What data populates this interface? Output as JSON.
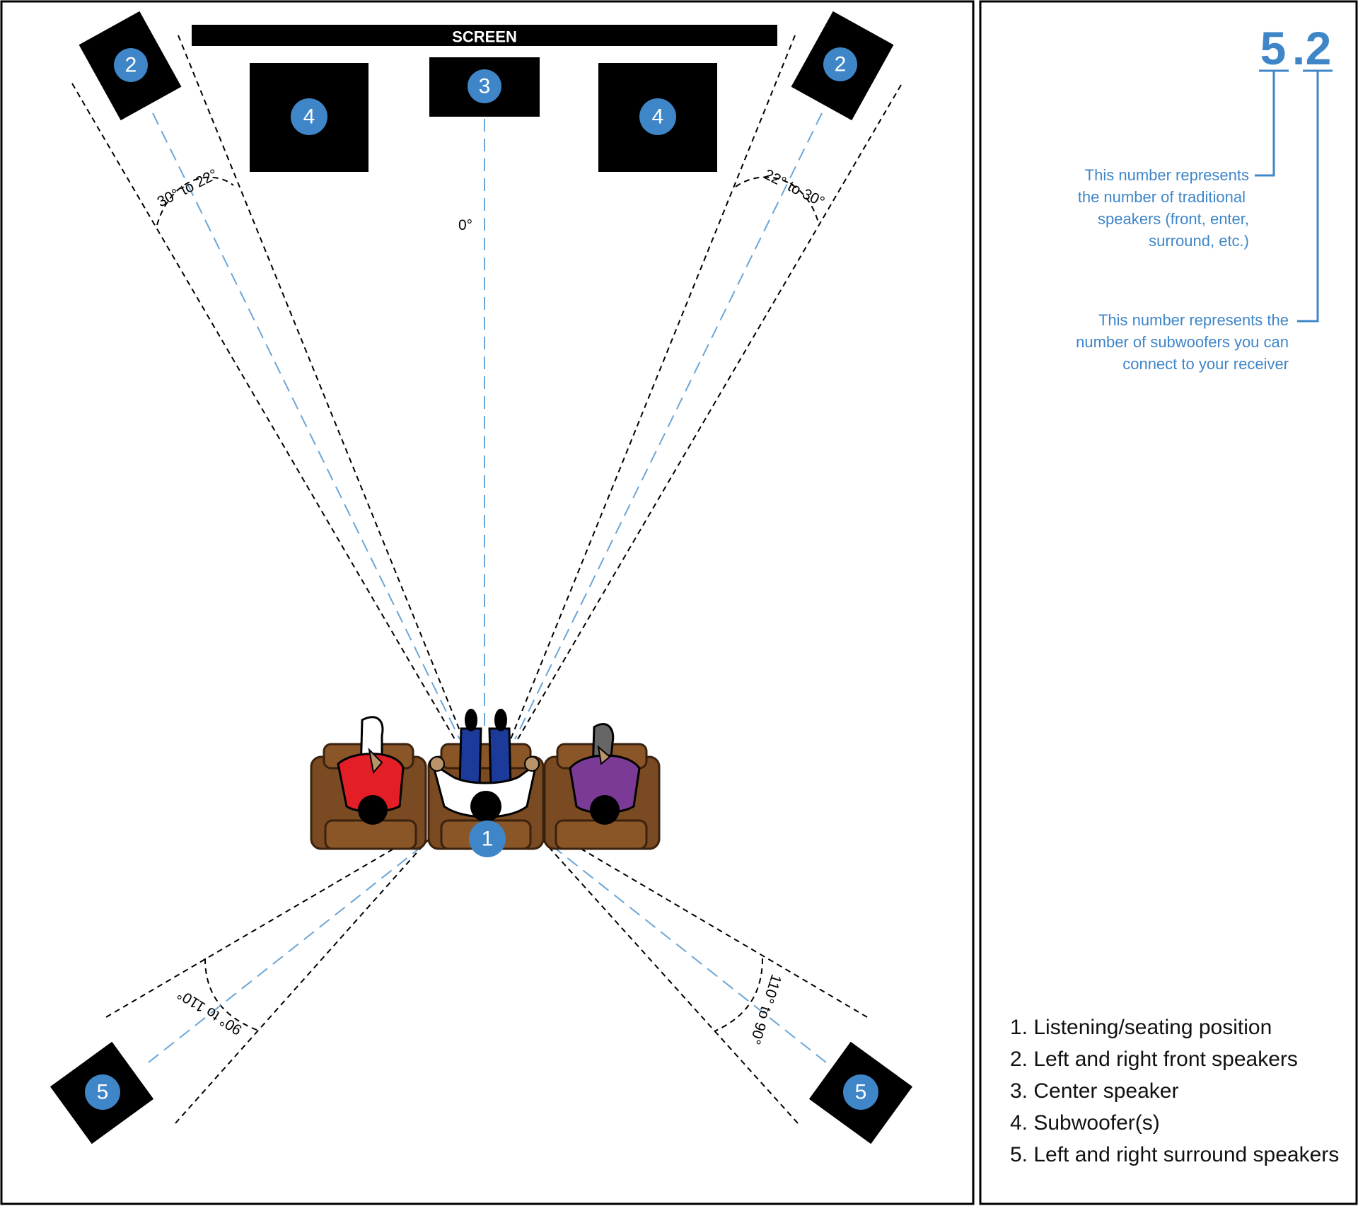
{
  "room": {
    "screen_label": "SCREEN",
    "center_angle": "0°",
    "front_left_angle": "30° to 22°",
    "front_right_angle": "22° to 30°",
    "rear_left_angle": "90° to 110°",
    "rear_right_angle": "110° to 90°"
  },
  "badges": {
    "listening": "1",
    "front_left": "2",
    "front_right": "2",
    "center": "3",
    "sub_left": "4",
    "sub_right": "4",
    "surround_left": "5",
    "surround_right": "5"
  },
  "config": {
    "number_main": "5",
    "dot": ".",
    "number_sub": "2",
    "speakers_note": [
      "This number represents",
      "the number of traditional",
      "speakers (front, enter,",
      "surround, etc.)"
    ],
    "subwoofers_note": [
      "This number represents the",
      "number of subwoofers you can",
      "connect to your receiver"
    ]
  },
  "legend": [
    "1. Listening/seating position",
    "2. Left and right front speakers",
    "3. Center speaker",
    "4. Subwoofer(s)",
    "5. Left and right surround speakers"
  ],
  "colors": {
    "accent_blue": "#3f86c8",
    "dash_blue": "#6aa6d8",
    "chair_brown": "#7a4a22",
    "shirt_red": "#e41e26",
    "jeans_blue": "#1b3a9a",
    "shirt_purple": "#7a3a96"
  }
}
